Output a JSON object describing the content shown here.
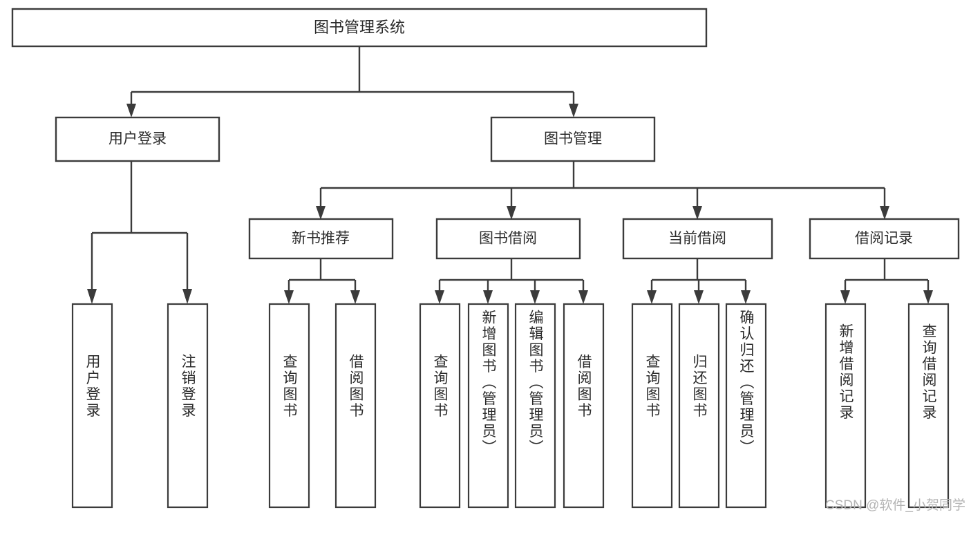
{
  "diagram": {
    "type": "tree-hierarchy-flowchart",
    "title": "图书管理系统",
    "watermark": "CSDN @软件_小贺同学",
    "colors": {
      "background": "#ffffff",
      "stroke": "#3b3b3b",
      "fill": "#ffffff",
      "text": "#2b2b2b",
      "watermark": "#b4b4b4"
    },
    "levels": {
      "root": {
        "label": "图书管理系统"
      },
      "level2": [
        {
          "label": "用户登录"
        },
        {
          "label": "图书管理"
        }
      ],
      "level3": [
        {
          "label": "新书推荐"
        },
        {
          "label": "图书借阅"
        },
        {
          "label": "当前借阅"
        },
        {
          "label": "借阅记录"
        }
      ],
      "leaves": {
        "user_login": [
          {
            "label": "用户登录"
          },
          {
            "label": "注销登录"
          }
        ],
        "new_book_recommend": [
          {
            "label": "查询图书"
          },
          {
            "label": "借阅图书"
          }
        ],
        "book_borrow": [
          {
            "label": "查询图书"
          },
          {
            "label": "新增图书（管理员）"
          },
          {
            "label": "编辑图书（管理员）"
          },
          {
            "label": "借阅图书"
          }
        ],
        "current_borrow": [
          {
            "label": "查询图书"
          },
          {
            "label": "归还图书"
          },
          {
            "label": "确认归还（管理员）"
          }
        ],
        "borrow_record": [
          {
            "label": "新增借阅记录"
          },
          {
            "label": "查询借阅记录"
          }
        ]
      }
    }
  }
}
